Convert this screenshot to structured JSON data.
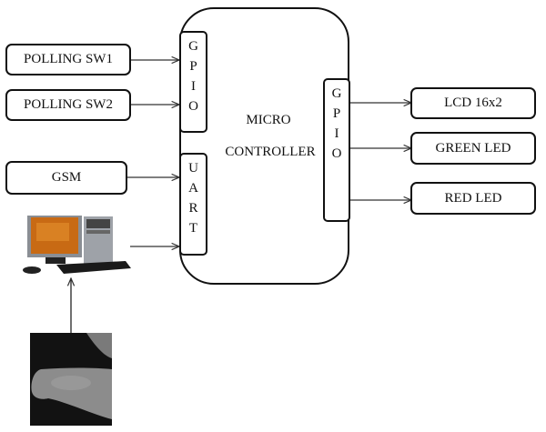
{
  "inputs": {
    "polling_sw1": "POLLING SW1",
    "polling_sw2": "POLLING SW2",
    "gsm": "GSM"
  },
  "microcontroller": {
    "line1": "MICRO",
    "line2": "CONTROLLER",
    "left_gpio": [
      "G",
      "P",
      "I",
      "O"
    ],
    "uart": [
      "U",
      "A",
      "R",
      "T"
    ],
    "right_gpio": [
      "G",
      "P",
      "I",
      "O"
    ]
  },
  "outputs": {
    "lcd": "LCD 16x2",
    "green_led": "GREEN LED",
    "red_led": "RED LED"
  },
  "images": {
    "computer": "desktop-computer-icon",
    "fingerprint": "finger-vein-image"
  }
}
